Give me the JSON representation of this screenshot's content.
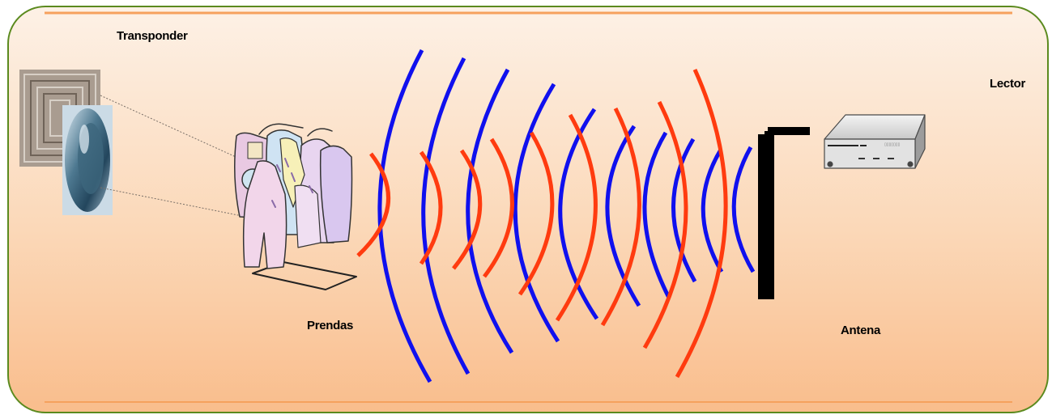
{
  "labels": {
    "transponder": "Transponder",
    "lector": "Lector",
    "prendas": "Prendas",
    "antena": "Antena"
  },
  "colors": {
    "panel_top": "#fdf1e6",
    "panel_bottom": "#f9bd8c",
    "panel_border": "#5b8a1e",
    "wave_red": "#ff3b0f",
    "wave_blue": "#1010ee",
    "antenna": "#000000"
  },
  "icons": {
    "transponder": "rfid-tag-icon",
    "garments": "clothing-rack-icon",
    "antenna": "antenna-icon",
    "reader": "rfid-reader-device-icon"
  }
}
